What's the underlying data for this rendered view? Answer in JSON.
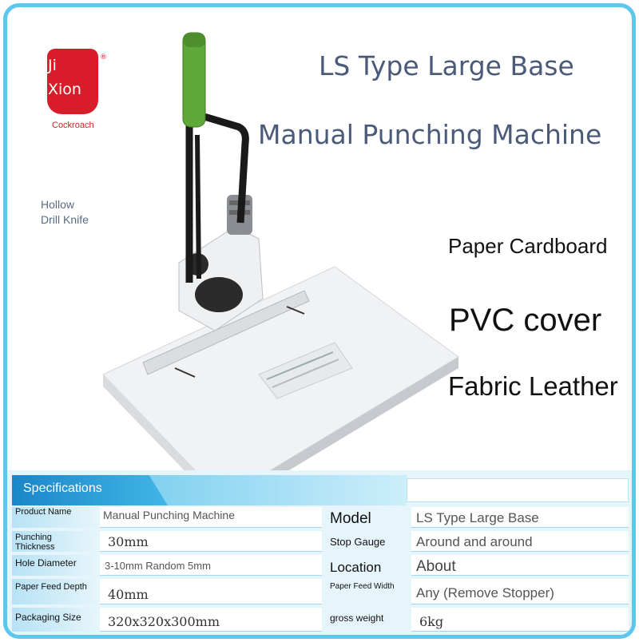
{
  "logo": {
    "line1": "Ji",
    "line2": "Xion",
    "mark": "®",
    "brand": "Cockroach",
    "color": "#d91c2a"
  },
  "title": {
    "line1": "LS Type Large Base",
    "line2": "Manual Punching Machine"
  },
  "callout": {
    "line1": "Hollow",
    "line2": "Drill Knife"
  },
  "materials": [
    "Paper Cardboard",
    "PVC cover",
    "Fabric Leather"
  ],
  "machine": {
    "handle_color": "#5fa83a",
    "frame_color": "#1a1a1a",
    "body_color": "#f2f3f5",
    "icon": "punching-machine-illustration"
  },
  "specs": {
    "header": "Specifications",
    "accent": "#1a86c8",
    "rows": [
      {
        "left_label": "Product Name",
        "left_value": "Manual Punching Machine",
        "right_label": "Model",
        "right_value": "LS Type Large Base"
      },
      {
        "left_label": "Punching Thickness",
        "left_value": "30mm",
        "right_label": "Stop Gauge",
        "right_value": "Around and around"
      },
      {
        "left_label": "Hole Diameter",
        "left_value": "3-10mm Random 5mm",
        "right_label": "Location",
        "right_value": "About"
      },
      {
        "left_label": "Paper Feed Depth",
        "left_value": "40mm",
        "right_label": "Paper Feed Width",
        "right_value": "Any (Remove Stopper)"
      },
      {
        "left_label": "Packaging Size",
        "left_value": "320x320x300mm",
        "right_label": "gross weight",
        "right_value": "6kg"
      }
    ]
  }
}
